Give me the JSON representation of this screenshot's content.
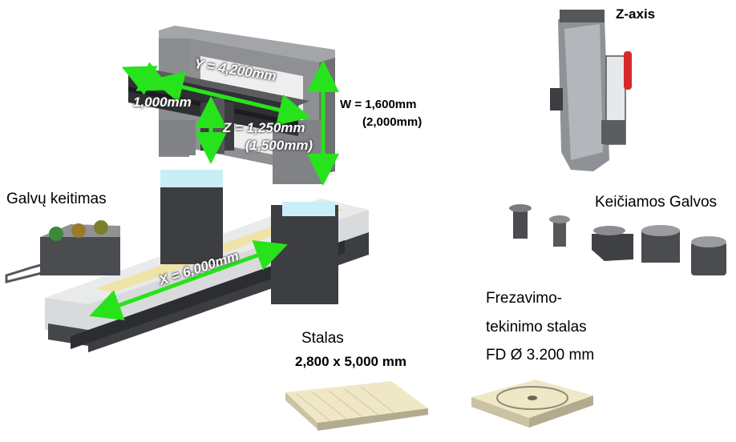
{
  "labels": {
    "z_axis": "Z-axis",
    "y_dim": "Y = 4,200mm",
    "x_dim": "X = 6,000mm",
    "depth_dim": "1,000mm",
    "w_dim": "W = 1,600mm",
    "w_dim_alt": "(2,000mm)",
    "z_dim": "Z = 1,250mm",
    "z_dim_alt": "(1,500mm)",
    "head_change": "Galvų keitimas",
    "changeable_heads": "Keičiamos Galvos",
    "table_title": "Stalas",
    "table_size": "2,800 x 5,000 mm",
    "mill_turn_line1": "Frezavimo-",
    "mill_turn_line2": "tekinimo stalas",
    "mill_turn_line3": "FD Ø 3.200 mm"
  },
  "colors": {
    "arrow": "#27e31b",
    "machine_gray": "#8a8c8f",
    "machine_dark": "#4a4c50",
    "table_top": "#efe7c6"
  }
}
